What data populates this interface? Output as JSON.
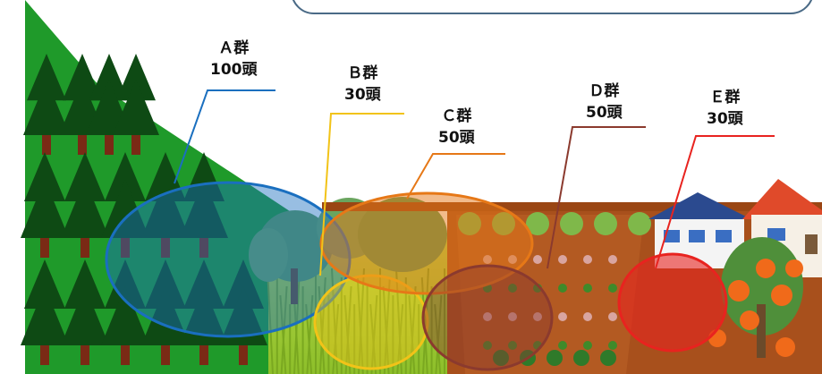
{
  "groups": [
    {
      "name": "Ａ群",
      "count": "100頭",
      "color": "#1a6fbf"
    },
    {
      "name": "Ｂ群",
      "count": "30頭",
      "color": "#f2c318"
    },
    {
      "name": "Ｃ群",
      "count": "50頭",
      "color": "#e67817"
    },
    {
      "name": "Ｄ群",
      "count": "50頭",
      "color": "#8b3a2e"
    },
    {
      "name": "Ｅ群",
      "count": "30頭",
      "color": "#e8231f"
    }
  ],
  "colors": {
    "forest": "#1f9a2a",
    "tree": "#0e4a14",
    "trunk": "#7a2a15",
    "field": "#a8501c",
    "grass": "#a8cc3a",
    "house_roof": "#2b4a8f",
    "house_roof2": "#e04a2a"
  }
}
